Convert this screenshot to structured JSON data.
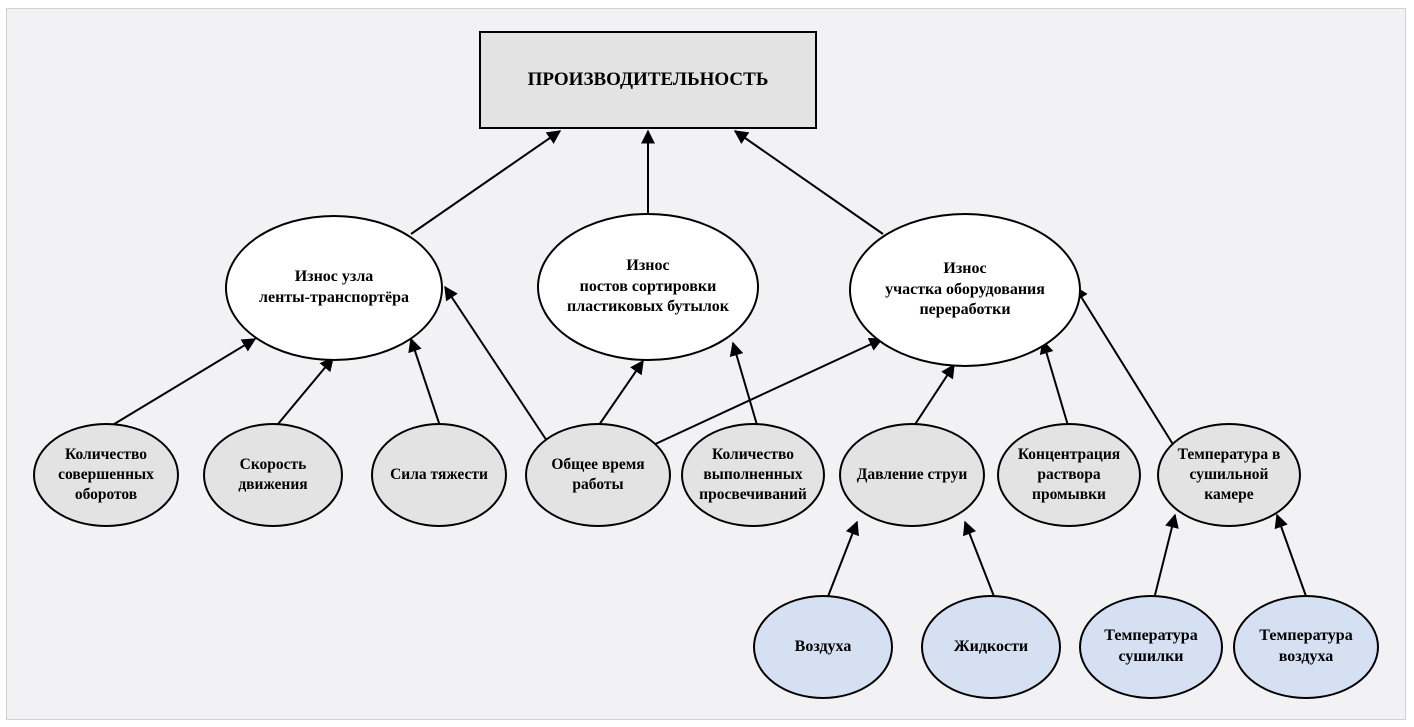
{
  "nodes": {
    "root": {
      "label": "ПРОИЗВОДИТЕЛЬНОСТЬ"
    },
    "wear_conveyor": {
      "label": "Износ узла\nленты-транспортёра"
    },
    "wear_sorting": {
      "label": "Износ\nпостов сортировки\nпластиковых бутылок"
    },
    "wear_processing": {
      "label": "Износ\nучастка оборудования\nпереработки"
    },
    "revolutions": {
      "label": "Количество\nсовершенных\nоборотов"
    },
    "speed": {
      "label": "Скорость\nдвижения"
    },
    "gravity": {
      "label": "Сила тяжести"
    },
    "total_time": {
      "label": "Общее время\nработы"
    },
    "scans": {
      "label": "Количество\nвыполненных\nпросвечиваний"
    },
    "jet_pressure": {
      "label": "Давление струи"
    },
    "concentration": {
      "label": "Концентрация\nраствора\nпромывки"
    },
    "dryer_chamber_temp": {
      "label": "Температура в\nсушильной\nкамере"
    },
    "air": {
      "label": "Воздуха"
    },
    "liquid": {
      "label": "Жидкости"
    },
    "dryer_temp": {
      "label": "Температура\nсушилки"
    },
    "air_temp": {
      "label": "Температура\nвоздуха"
    }
  },
  "colors": {
    "canvas": "#f2f2f4",
    "root_fill": "#e3e3e3",
    "mid_fill": "#ffffff",
    "leaf_fill": "#e3e3e3",
    "blue_fill": "#d5e0f2",
    "stroke": "#000000"
  }
}
